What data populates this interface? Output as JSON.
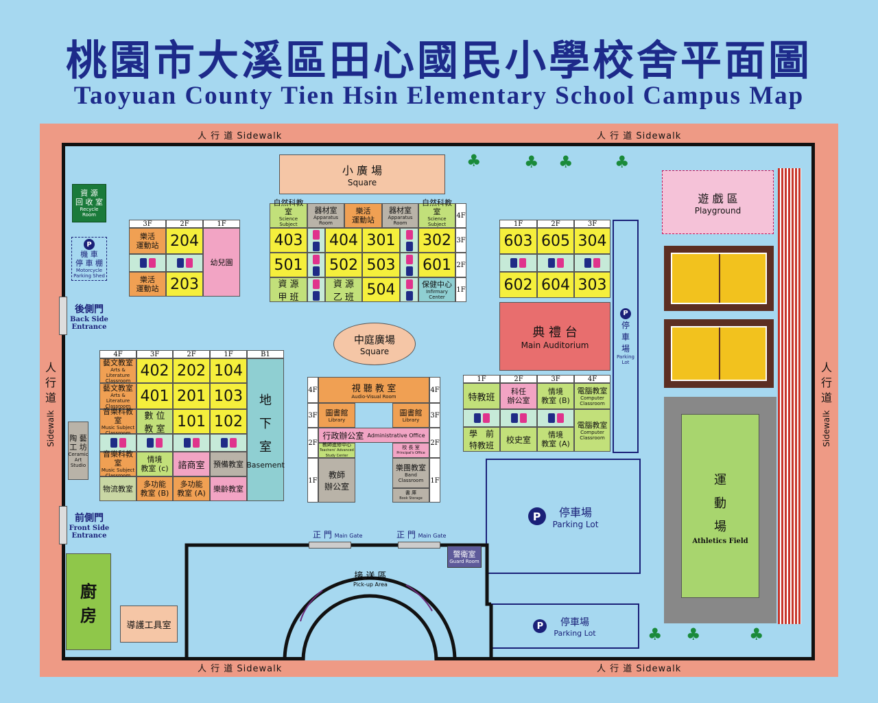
{
  "title_zh": "桃園市大溪區田心國民小學校舍平面圖",
  "title_en": "Taoyuan County Tien Hsin Elementary School Campus Map",
  "sidewalk_zh": "人 行 道",
  "sidewalk_en": "Sidewalk",
  "sidewalk_v_zh1": "人",
  "sidewalk_v_zh2": "行",
  "sidewalk_v_zh3": "道",
  "square_top": {
    "zh": "小 廣 場",
    "en": "Square"
  },
  "square_center": {
    "zh": "中庭廣場",
    "en": "Square"
  },
  "recycle": {
    "zh1": "資 源",
    "zh2": "回 收 室",
    "en": "Recycle Room"
  },
  "moto": {
    "p": "P",
    "zh1": "機 車",
    "zh2": "停 車 棚",
    "en": "Motorcycle Parking Shed"
  },
  "back_entrance": {
    "zh": "後側門",
    "en1": "Back Side",
    "en2": "Entrance"
  },
  "front_entrance": {
    "zh": "前側門",
    "en1": "Front Side",
    "en2": "Entrance"
  },
  "kitchen": {
    "zh1": "廚",
    "zh2": "房"
  },
  "tools": "導護工具室",
  "ceramic": {
    "zh1": "陶 藝",
    "zh2": "工 坊",
    "en": "Ceramic Art Studio"
  },
  "floors": {
    "f1": "1F",
    "f2": "2F",
    "f3": "3F",
    "f4": "4F",
    "b1": "B1"
  },
  "nw_bldg": {
    "happy1": "樂活",
    "happy2": "運動站",
    "r204": "204",
    "r203": "203",
    "kinder": "幼兒園"
  },
  "mid_bldg": {
    "sci1": "自然科教室",
    "sci_en": "Science Subject Classroom",
    "equip": "器材室",
    "equip_en": "Apparatus Room",
    "happy": "樂活",
    "happy2": "運動站",
    "r403": "403",
    "r404": "404",
    "r301": "301",
    "r302": "302",
    "r501": "501",
    "r502": "502",
    "r503": "503",
    "r601": "601",
    "res_a1": "資 源",
    "res_a2": "甲 班",
    "res_b1": "資 源",
    "res_b2": "乙 班",
    "r504": "504",
    "infirm": "保健中心",
    "infirm_en": "Infirmary Center"
  },
  "ne_bldg": {
    "r603": "603",
    "r605": "605",
    "r304": "304",
    "r602": "602",
    "r604": "604",
    "r303": "303"
  },
  "auditorium": {
    "zh": "典 禮 台",
    "en": "Main Auditorium"
  },
  "parking_v": {
    "p": "P",
    "zh1": "停",
    "zh2": "車",
    "zh3": "場",
    "en1": "Parking",
    "en2": "Lot"
  },
  "playground": {
    "zh": "遊 戲 區",
    "en": "Playground"
  },
  "athletics": {
    "zh1": "運",
    "zh2": "動",
    "zh3": "場",
    "en": "Athletics Field"
  },
  "sw_bldg": {
    "arts": "藝文教室",
    "arts_en1": "Arts & Literature",
    "arts_en2": "Classroom",
    "r402": "402",
    "r202": "202",
    "r104": "104",
    "r401": "401",
    "r201": "201",
    "r103": "103",
    "music": "音樂科教室",
    "music_en1": "Music Subject",
    "music_en2": "Classroom",
    "digital1": "數 位",
    "digital2": "教 室",
    "r101": "101",
    "r102": "102",
    "basement1": "地",
    "basement2": "下",
    "basement3": "室",
    "basement_en": "Basement",
    "sit1": "情境",
    "sit_c": "教室 (c)",
    "counsel": "諮商室",
    "prep": "預備教室",
    "logistics": "物流教室",
    "multi1": "多功能",
    "multi_b": "教室 (B)",
    "multi_a": "教室 (A)",
    "elder": "樂齡教室"
  },
  "c_bldg": {
    "av": "視 聽 教 室",
    "av_en": "Audio-Visual Room",
    "lib": "圖書館",
    "lib_en": "Library",
    "admin": "行政辦公室",
    "admin_en": "Administrative Office",
    "teach_center": "教師進修中心",
    "teach_center_en": "Teachers' Advanced Study Center",
    "principal": "校 長 室",
    "principal_en": "Principal's Office",
    "teachers1": "教師",
    "teachers2": "辦公室",
    "band": "樂團教室",
    "band_en1": "Band",
    "band_en2": "Classroom",
    "storage": "書 庫",
    "storage_en": "Book Storage"
  },
  "e_bldg": {
    "special": "特教班",
    "dept1": "科任",
    "dept2": "辦公室",
    "sit_b1": "情境",
    "sit_b2": "教室 (B)",
    "comp": "電腦教室",
    "comp_en1": "Computer",
    "comp_en2": "Classroom",
    "pre1": "學　前",
    "pre2": "特教班",
    "history": "校史室",
    "sit_a1": "情境",
    "sit_a2": "教室 (A)"
  },
  "main_gate": {
    "zh": "正 門",
    "en": "Main Gate"
  },
  "guard": {
    "zh": "警衛室",
    "en": "Guard Room"
  },
  "pickup": {
    "zh": "接 送 區",
    "en": "Pick-up Area"
  },
  "parking_lot": {
    "p": "P",
    "zh": "停車場",
    "en": "Parking Lot"
  },
  "colors": {
    "title": "#1d2a8a",
    "border": "#ee9a85",
    "background": "#a6d8f0"
  }
}
